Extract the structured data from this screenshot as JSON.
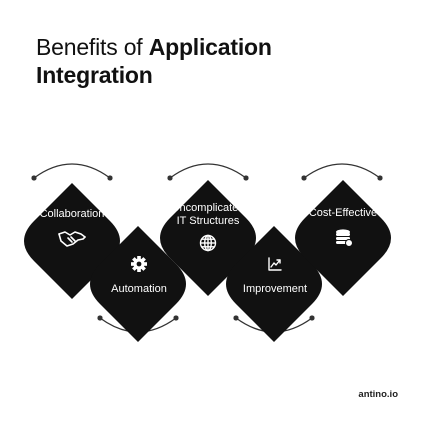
{
  "title": {
    "line1_light": "Benefits of",
    "line1_bold": "Application",
    "line2_bold": "Integration"
  },
  "benefits": [
    {
      "label_lines": [
        "Collaboration"
      ],
      "icon": "handshake-icon"
    },
    {
      "label_lines": [
        "Automation"
      ],
      "icon": "gear-icon"
    },
    {
      "label_lines": [
        "Uncomplicated",
        "IT Structures"
      ],
      "icon": "globe-icon"
    },
    {
      "label_lines": [
        "Improvement"
      ],
      "icon": "chart-icon"
    },
    {
      "label_lines": [
        "Cost-Effective"
      ],
      "icon": "coins-icon"
    }
  ],
  "footer": {
    "brand": "antino.io"
  },
  "colors": {
    "shape": "#111111",
    "text": "#ffffff",
    "arc": "#333333"
  }
}
